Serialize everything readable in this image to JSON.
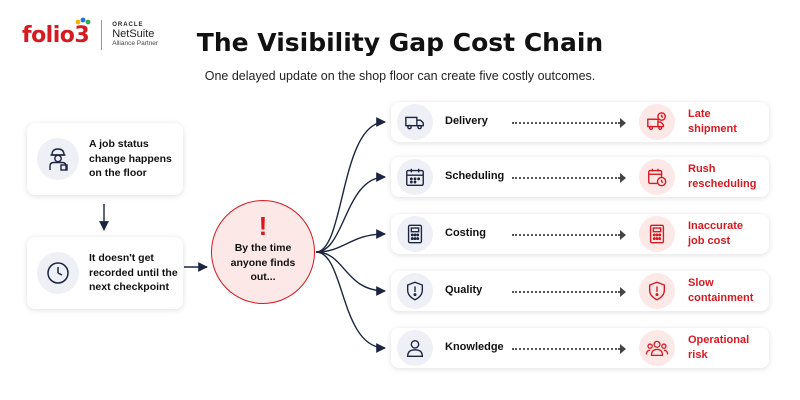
{
  "logo": {
    "brand": "folio3",
    "oracle": "ORACLE",
    "netsuite": "NetSuite",
    "partner": "Alliance Partner"
  },
  "header": {
    "title": "The Visibility Gap Cost Chain",
    "subtitle": "One delayed update on the shop floor can create five costly outcomes."
  },
  "left_steps": [
    {
      "text": "A job status change happens on the floor",
      "icon": "worker-icon"
    },
    {
      "text": "It doesn't get recorded until the next checkpoint",
      "icon": "clock-icon"
    }
  ],
  "hub": {
    "mark": "!",
    "text": "By the time anyone finds out..."
  },
  "branches": [
    {
      "label": "Delivery",
      "icon": "truck-icon",
      "outcome": "Late shipment",
      "outcome_icon": "truck-clock-icon"
    },
    {
      "label": "Scheduling",
      "icon": "calendar-icon",
      "outcome": "Rush rescheduling",
      "outcome_icon": "calendar-clock-icon"
    },
    {
      "label": "Costing",
      "icon": "calculator-icon",
      "outcome": "Inaccurate job cost",
      "outcome_icon": "calculator-icon"
    },
    {
      "label": "Quality",
      "icon": "shield-alert-icon",
      "outcome": "Slow containment",
      "outcome_icon": "shield-alert-icon"
    },
    {
      "label": "Knowledge",
      "icon": "person-icon",
      "outcome": "Operational risk",
      "outcome_icon": "team-icon"
    }
  ],
  "colors": {
    "accent": "#d71920",
    "grey_circle": "#eef0f6",
    "red_circle": "#fde8e8"
  }
}
